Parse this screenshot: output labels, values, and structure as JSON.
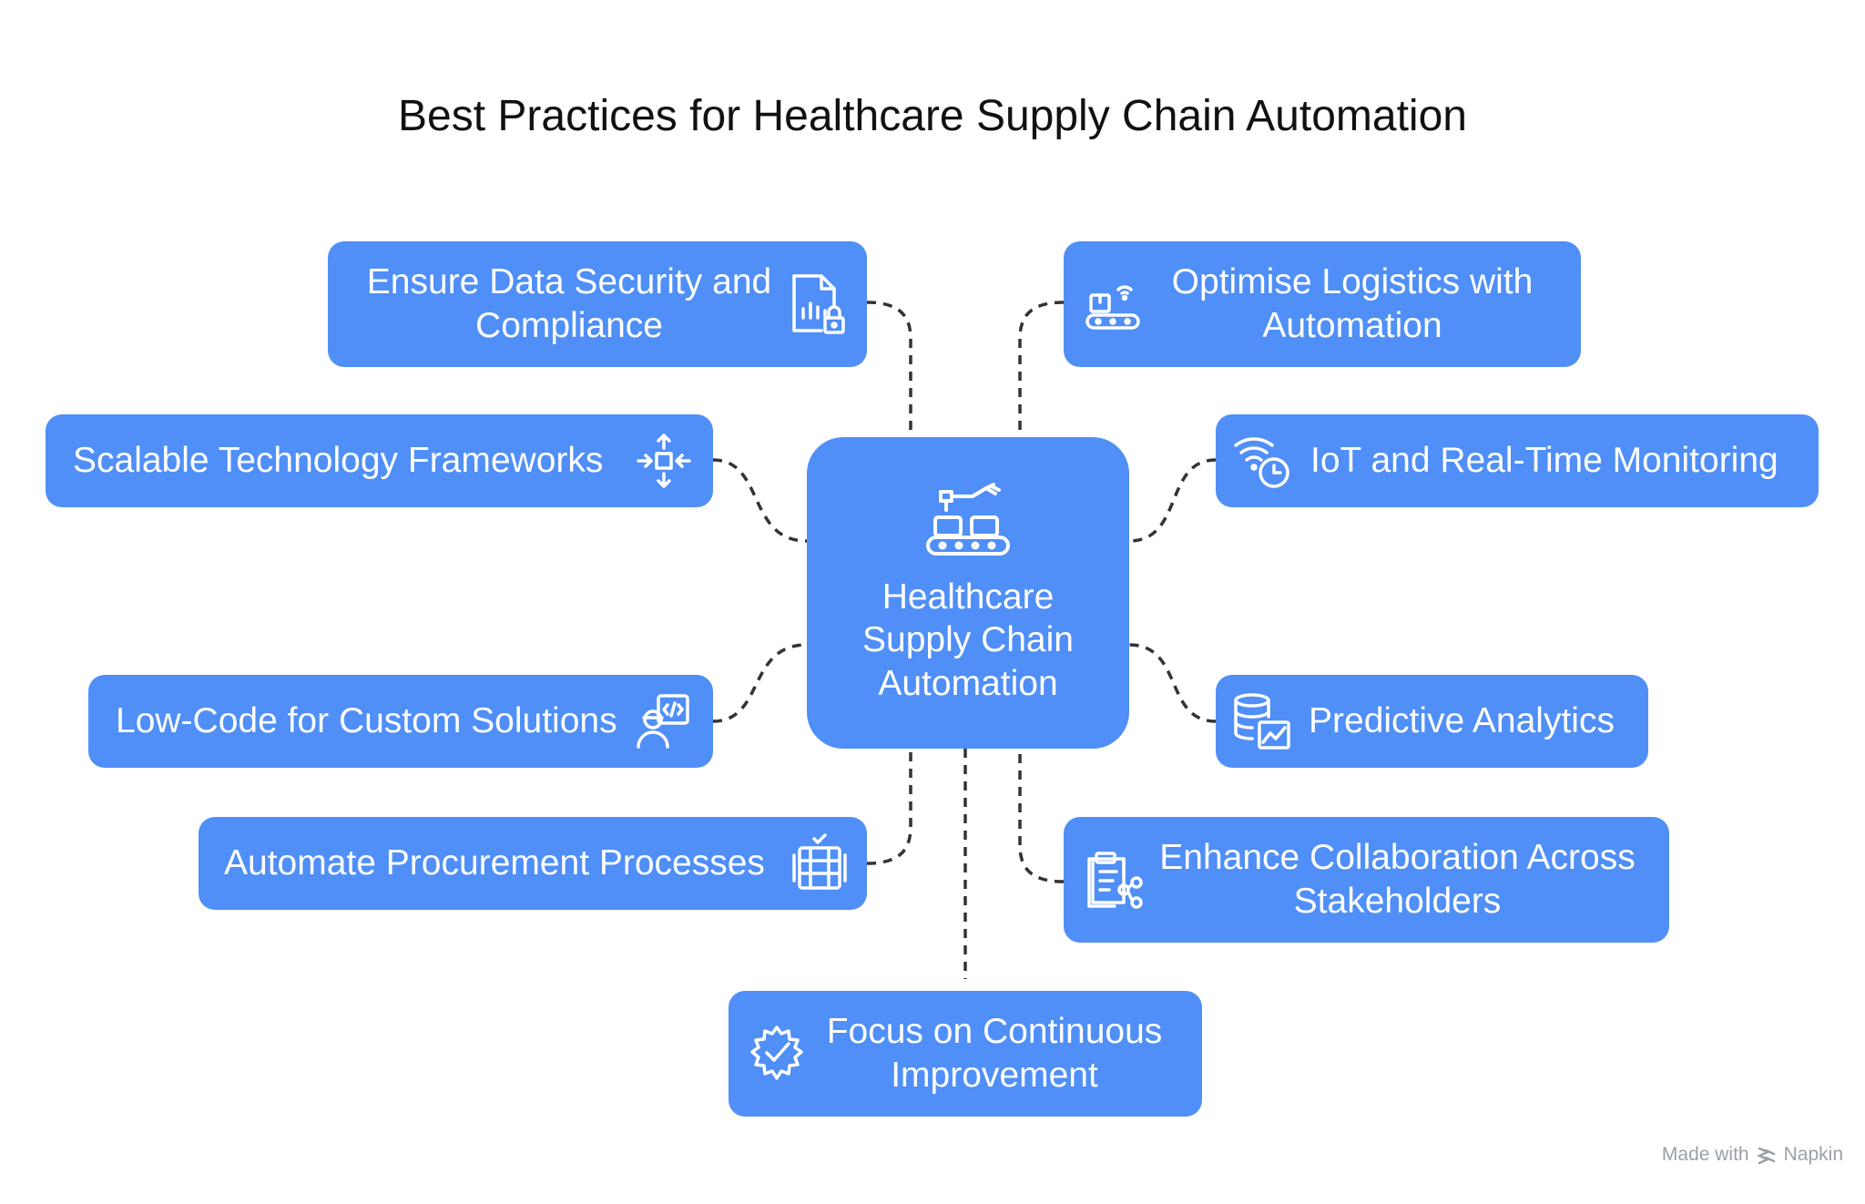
{
  "title": "Best Practices for Healthcare Supply Chain Automation",
  "center": {
    "label": "Healthcare Supply Chain Automation",
    "icon": "robot-arm-conveyor-icon"
  },
  "nodes": [
    {
      "label": "Ensure Data Security and Compliance",
      "icon": "document-chart-lock-icon"
    },
    {
      "label": "Optimise Logistics with Automation",
      "icon": "conveyor-wifi-icon"
    },
    {
      "label": "Scalable Technology Frameworks",
      "icon": "arrows-expand-icon"
    },
    {
      "label": "IoT and Real-Time Monitoring",
      "icon": "wifi-clock-icon"
    },
    {
      "label": "Low-Code for Custom Solutions",
      "icon": "developer-code-icon"
    },
    {
      "label": "Predictive Analytics",
      "icon": "database-chart-icon"
    },
    {
      "label": "Automate Procurement Processes",
      "icon": "checklist-clipboard-icon"
    },
    {
      "label": "Enhance Collaboration Across Stakeholders",
      "icon": "clipboard-share-icon"
    },
    {
      "label": "Focus on Continuous Improvement",
      "icon": "gear-check-icon"
    }
  ],
  "footer": {
    "prefix": "Made with",
    "brand": "Napkin",
    "icon": "napkin-logo-icon"
  },
  "colors": {
    "node": "#4f8ff7",
    "text": "#ffffff",
    "connector": "#333333",
    "title": "#111111"
  }
}
